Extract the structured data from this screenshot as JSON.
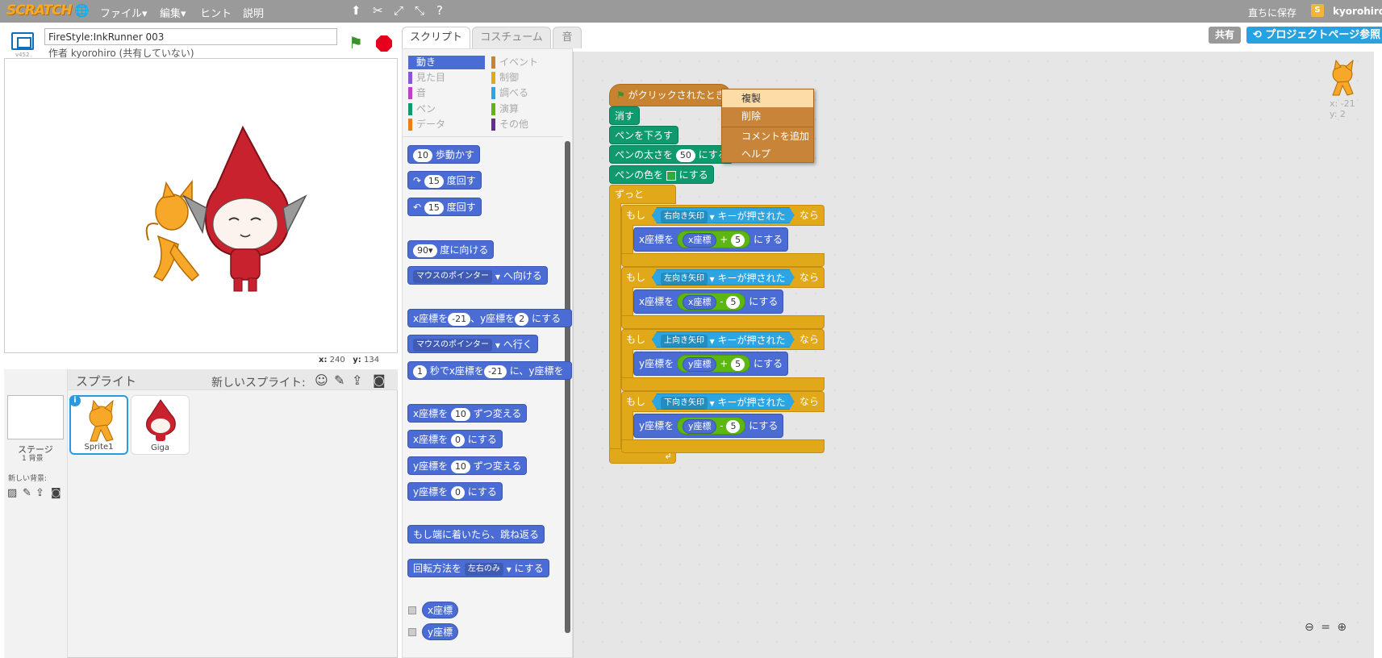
{
  "topbar": {
    "logo": "SCRATCH",
    "menus": [
      "ファイル▾",
      "編集▾",
      "ヒント",
      "説明"
    ],
    "save_now": "直ちに保存",
    "username": "kyorohiro",
    "user_icon_letter": "S"
  },
  "stage": {
    "version": "v452",
    "project_title": "FireStyle:InkRunner 003",
    "author": "作者 kyorohiro (共有していない)",
    "coords_x_label": "x:",
    "coords_x": "240",
    "coords_y_label": "y:",
    "coords_y": "134"
  },
  "sprites": {
    "title": "スプライト",
    "new_sprite_label": "新しいスプライト:",
    "stage_label": "ステージ",
    "backdrop_count": "1 背景",
    "new_backdrop_label": "新しい背景:",
    "items": [
      {
        "name": "Sprite1",
        "selected": true
      },
      {
        "name": "Giga",
        "selected": false
      }
    ]
  },
  "tabs": [
    "スクリプト",
    "コスチューム",
    "音"
  ],
  "share_button": "共有",
  "see_project_button": "プロジェクトページ参照",
  "categories": {
    "left": [
      {
        "label": "動き",
        "color": "#4a6cd4",
        "active": true
      },
      {
        "label": "見た目",
        "color": "#8a55d7"
      },
      {
        "label": "音",
        "color": "#bb42c3"
      },
      {
        "label": "ペン",
        "color": "#0e9a6c"
      },
      {
        "label": "データ",
        "color": "#ee7d16"
      }
    ],
    "right": [
      {
        "label": "イベント",
        "color": "#c88330"
      },
      {
        "label": "制御",
        "color": "#e1a91a"
      },
      {
        "label": "調べる",
        "color": "#2ca5e2"
      },
      {
        "label": "演算",
        "color": "#5cb712"
      },
      {
        "label": "その他",
        "color": "#632d99"
      }
    ]
  },
  "palette": {
    "move_steps": "10",
    "move_label": "歩動かす",
    "turn_cw": "15",
    "turn_ccw": "15",
    "turn_label": "度回す",
    "point_dir": "90▾",
    "point_dir_label": "度に向ける",
    "point_towards": "マウスのポインター",
    "point_towards_label": "へ向ける",
    "goto_x_label": "x座標を",
    "goto_x": "-21",
    "goto_y_label": "、y座標を",
    "goto_y": "2",
    "goto_end": "にする",
    "goto_target": "マウスのポインター",
    "goto_target_label": "へ行く",
    "glide_secs": "1",
    "glide_label": "秒でx座標を",
    "glide_x": "-21",
    "glide_y_label": "に、y座標を",
    "change_x_label": "x座標を",
    "change_x": "10",
    "change_by": "ずつ変える",
    "set_x_label": "x座標を",
    "set_x": "0",
    "set_to": "にする",
    "change_y_label": "y座標を",
    "change_y": "10",
    "set_y_label": "y座標を",
    "set_y": "0",
    "bounce": "もし端に着いたら、跳ね返る",
    "rotation_label": "回転方法を",
    "rotation_style": "左右のみ",
    "rotation_end": "にする",
    "reporter_x": "x座標",
    "reporter_y": "y座標"
  },
  "script": {
    "hat": "がクリックされたとき",
    "clear": "消す",
    "pen_down": "ペンを下ろす",
    "pen_size_label": "ペンの太さを",
    "pen_size": "50",
    "pen_size_end": "にする",
    "pen_color_label": "ペンの色を",
    "pen_color_swatch": "#2eaa3f",
    "pen_color_end": "にする",
    "forever": "ずっと",
    "if_label": "もし",
    "key_pressed": "キーが押された",
    "then_label": "なら",
    "ifs": [
      {
        "key": "右向き矢印",
        "var": "x座標を",
        "reporter": "x座標",
        "op": "+",
        "value": "5",
        "end": "にする"
      },
      {
        "key": "左向き矢印",
        "var": "x座標を",
        "reporter": "x座標",
        "op": "-",
        "value": "5",
        "end": "にする"
      },
      {
        "key": "上向き矢印",
        "var": "y座標を",
        "reporter": "y座標",
        "op": "+",
        "value": "5",
        "end": "にする"
      },
      {
        "key": "下向き矢印",
        "var": "y座標を",
        "reporter": "y座標",
        "op": "-",
        "value": "5",
        "end": "にする"
      }
    ],
    "corner_x": "x: -21",
    "corner_y": "y: 2"
  },
  "context_menu": [
    "複製",
    "削除",
    "コメントを追加",
    "ヘルプ"
  ],
  "colors": {
    "motion": "#4a6cd4",
    "pen": "#0e9a6c",
    "control": "#e1a91a",
    "sensing": "#2ca5e2",
    "operator": "#5cb712",
    "event": "#c88330",
    "accent": "#27a2e1"
  }
}
